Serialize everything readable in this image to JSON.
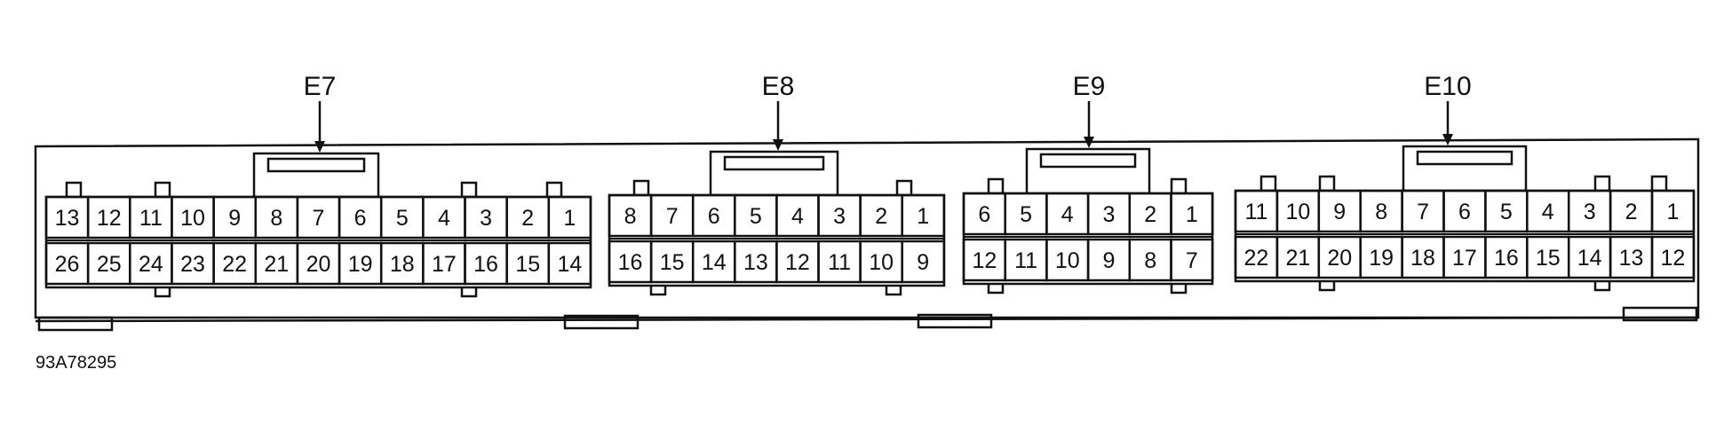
{
  "figure_code": "93A78295",
  "connectors": [
    {
      "label": "E7",
      "top_row": [
        "13",
        "12",
        "11",
        "10",
        "9",
        "8",
        "7",
        "6",
        "5",
        "4",
        "3",
        "2",
        "1"
      ],
      "bottom_row": [
        "26",
        "25",
        "24",
        "23",
        "22",
        "21",
        "20",
        "19",
        "18",
        "17",
        "16",
        "15",
        "14"
      ]
    },
    {
      "label": "E8",
      "top_row": [
        "8",
        "7",
        "6",
        "5",
        "4",
        "3",
        "2",
        "1"
      ],
      "bottom_row": [
        "16",
        "15",
        "14",
        "13",
        "12",
        "11",
        "10",
        "9"
      ]
    },
    {
      "label": "E9",
      "top_row": [
        "6",
        "5",
        "4",
        "3",
        "2",
        "1"
      ],
      "bottom_row": [
        "12",
        "11",
        "10",
        "9",
        "8",
        "7"
      ]
    },
    {
      "label": "E10",
      "top_row": [
        "11",
        "10",
        "9",
        "8",
        "7",
        "6",
        "5",
        "4",
        "3",
        "2",
        "1"
      ],
      "bottom_row": [
        "22",
        "21",
        "20",
        "19",
        "18",
        "17",
        "16",
        "15",
        "14",
        "13",
        "12"
      ]
    }
  ]
}
